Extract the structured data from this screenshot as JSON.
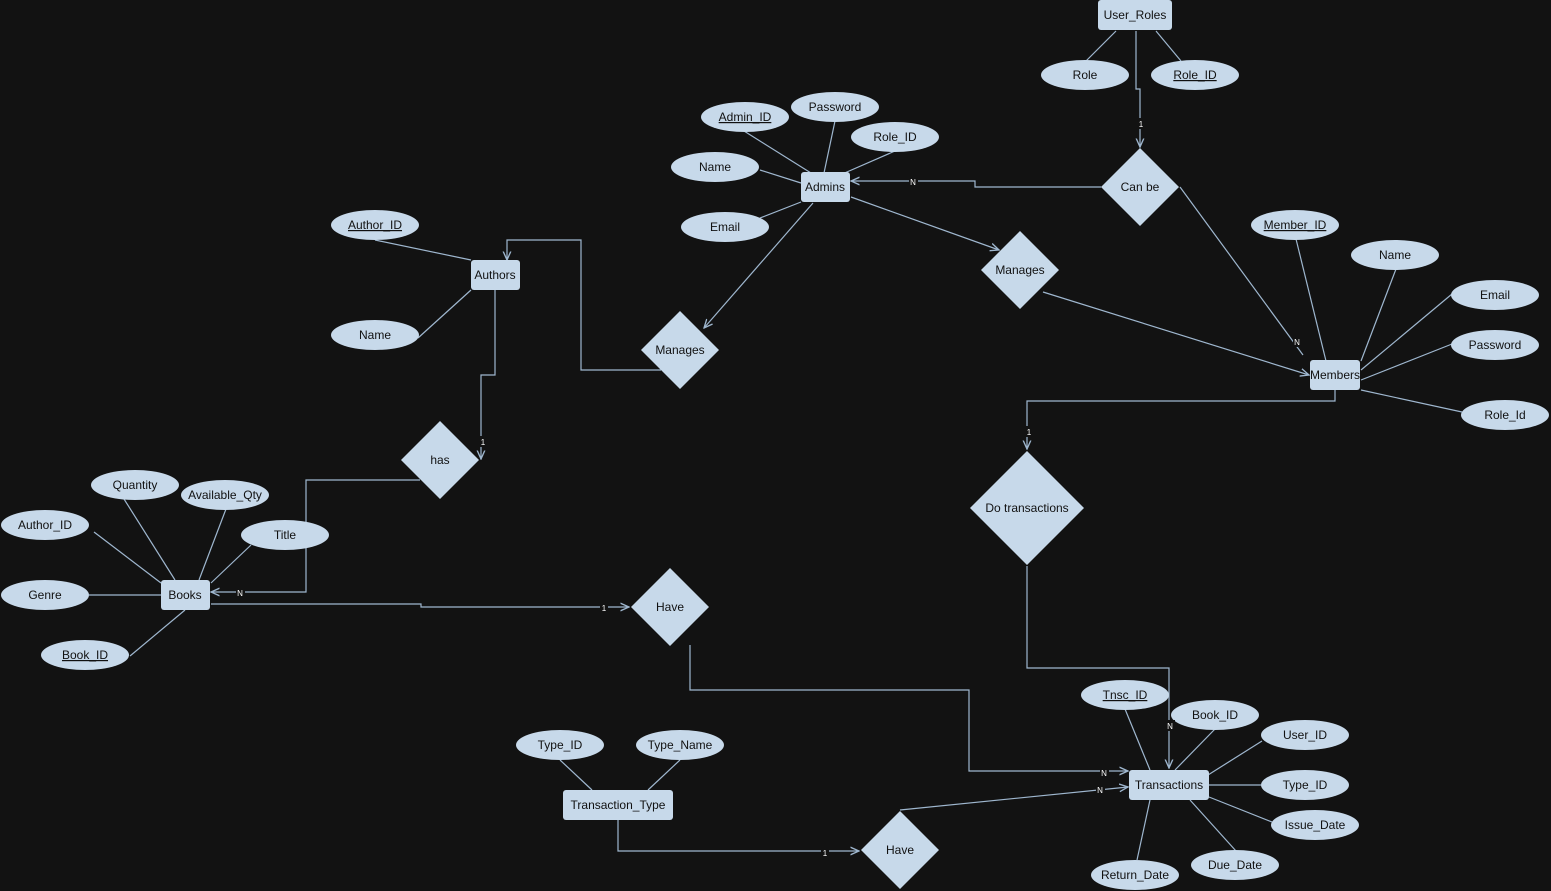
{
  "colors": {
    "background": "#121212",
    "shape_fill": "#c7d9ea",
    "line": "#9fb7cf",
    "text": "#111111"
  },
  "entities": {
    "user_roles": "User_Roles",
    "admins": "Admins",
    "authors": "Authors",
    "members": "Members",
    "books": "Books",
    "transactions": "Transactions",
    "transaction_type": "Transaction_Type"
  },
  "relationships": {
    "can_be": "Can be",
    "manages_admin_member": "Manages",
    "manages_admin_author": "Manages",
    "has": "has",
    "do_transactions": "Do transactions",
    "have_books": "Have",
    "have_type": "Have"
  },
  "attributes": {
    "ur_role": "Role",
    "ur_role_id": "Role_ID",
    "ad_admin_id": "Admin_ID",
    "ad_password": "Password",
    "ad_role_id": "Role_ID",
    "ad_name": "Name",
    "ad_email": "Email",
    "au_author_id": "Author_ID",
    "au_name": "Name",
    "me_member_id": "Member_ID",
    "me_name": "Name",
    "me_email": "Email",
    "me_password": "Password",
    "me_role_id": "Role_Id",
    "bk_quantity": "Quantity",
    "bk_available_qty": "Available_Qty",
    "bk_author_id": "Author_ID",
    "bk_title": "Title",
    "bk_genre": "Genre",
    "bk_book_id": "Book_ID",
    "tr_tnsc_id": "Tnsc_ID",
    "tr_book_id": "Book_ID",
    "tr_user_id": "User_ID",
    "tr_type_id": "Type_ID",
    "tr_issue_date": "Issue_Date",
    "tr_due_date": "Due_Date",
    "tr_return_date": "Return_Date",
    "tt_type_id": "Type_ID",
    "tt_type_name": "Type_Name"
  },
  "cardinalities": {
    "roles_canbe": "1",
    "canbe_admins": "N",
    "canbe_members": "N",
    "has_authors": "1",
    "has_books": "N",
    "books_have": "1",
    "members_do": "1",
    "do_transactions": "N",
    "have_transactions": "N",
    "type_transactions": "N",
    "type_have": "1"
  }
}
